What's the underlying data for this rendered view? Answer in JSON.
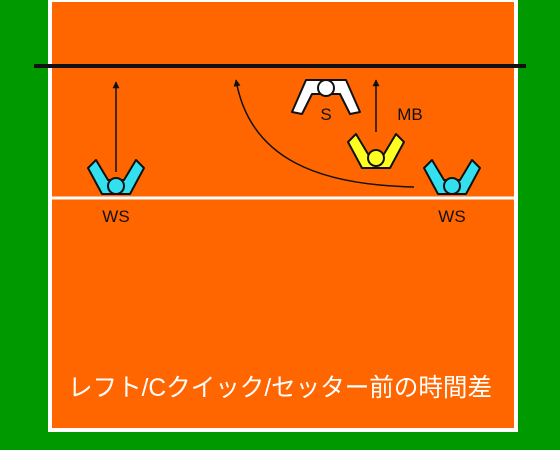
{
  "colors": {
    "outer_green": "#009900",
    "court_orange": "#FF6600",
    "line_white": "#FFFFFF",
    "net_black": "#111111",
    "ws_cyan": "#33E0F0",
    "mb_yellow": "#FFFF22",
    "setter_white": "#FFFFFF",
    "outline": "#111111"
  },
  "players": {
    "ws_left": {
      "label": "WS",
      "color": "cyan"
    },
    "ws_right": {
      "label": "WS",
      "color": "cyan"
    },
    "mb": {
      "label": "MB",
      "color": "yellow"
    },
    "setter": {
      "label": "S",
      "color": "white"
    }
  },
  "caption": "レフト/Cクイック/セッター前の時間差"
}
